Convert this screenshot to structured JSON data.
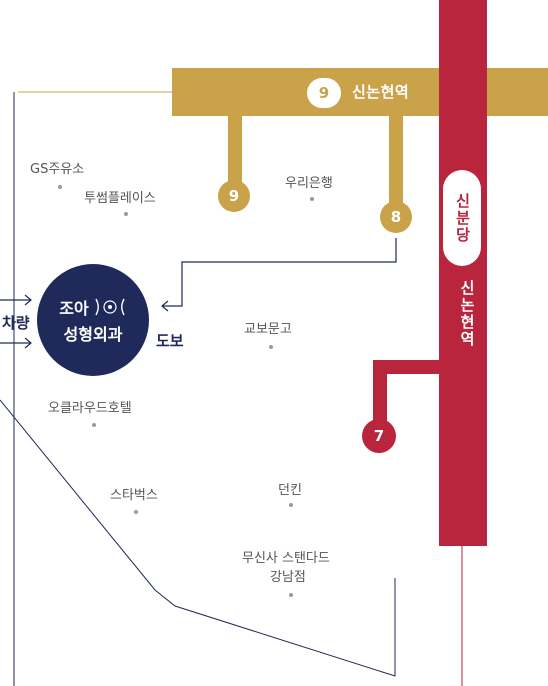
{
  "colors": {
    "line9": "#c9a24a",
    "sinbundang": "#b8253d",
    "line7": "#b8253d",
    "route": "#1f2a5a",
    "clinic": "#1f2a5a"
  },
  "stations": {
    "top": {
      "number": "9",
      "name": "신논현역"
    },
    "right": {
      "pill": "신분당",
      "name": "신논현역"
    }
  },
  "exits": {
    "exit9": "9",
    "exit8": "8",
    "exit7": "7"
  },
  "clinic": {
    "line1": "조아",
    "line2": "성형외과"
  },
  "modes": {
    "car": "차량",
    "walk": "도보"
  },
  "places": {
    "gs": "GS주유소",
    "twosome": "투썸플레이스",
    "woori": "우리은행",
    "kyobo": "교보문고",
    "oakwood": "오클라우드호텔",
    "starbucks": "스타벅스",
    "dunkin": "던킨",
    "musinsa_1": "무신사 스탠다드",
    "musinsa_2": "강남점"
  }
}
